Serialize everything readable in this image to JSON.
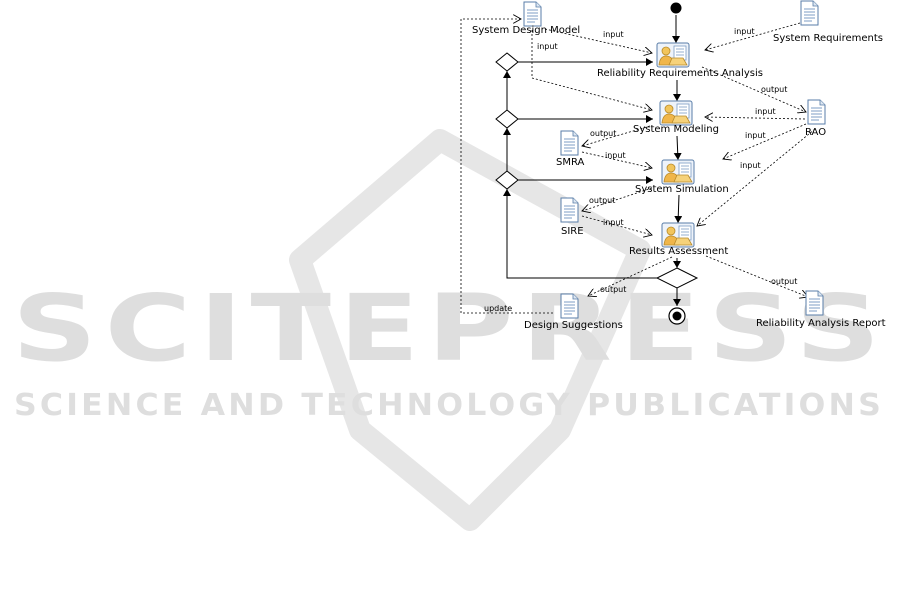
{
  "watermark": {
    "title": "SCITEPRESS",
    "subtitle": "SCIENCE AND TECHNOLOGY PUBLICATIONS"
  },
  "diagram": {
    "activities": {
      "reliability_requirements_analysis": "Reliability Requirements Analysis",
      "system_modeling": "System Modeling",
      "system_simulation": "System Simulation",
      "results_assessment": "Results Assessment"
    },
    "artifacts": {
      "system_design_model": "System Design Model",
      "system_requirements": "System Requirements",
      "rao": "RAO",
      "smra": "SMRA",
      "sire": "SIRE",
      "design_suggestions": "Design Suggestions",
      "reliability_analysis_report": "Reliability Analysis Report"
    },
    "flow_labels": {
      "input": "input",
      "output": "output",
      "update": "update"
    }
  }
}
